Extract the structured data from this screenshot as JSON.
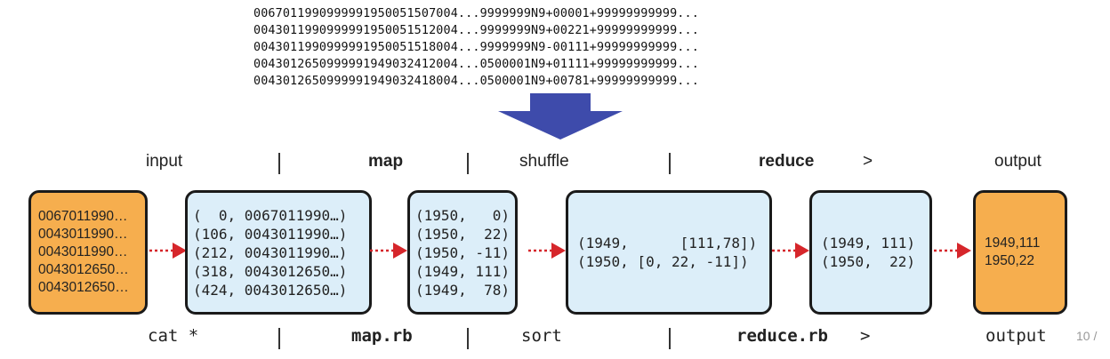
{
  "raw_lines": [
    "0067011990999991950051507004...9999999N9+00001+99999999999...",
    "0043011990999991950051512004...9999999N9+00221+99999999999...",
    "0043011990999991950051518004...9999999N9-00111+99999999999...",
    "0043012650999991949032412004...0500001N9+01111+99999999999...",
    "0043012650999991949032418004...0500001N9+00781+99999999999..."
  ],
  "stage_labels": {
    "input": "input",
    "map": "map",
    "shuffle": "shuffle",
    "reduce": "reduce",
    "redirect": ">",
    "output": "output"
  },
  "command_labels": {
    "cat": "cat *",
    "map": "map.rb",
    "sort": "sort",
    "reduce": "reduce.rb",
    "redirect": ">",
    "output": "output"
  },
  "separator": "|",
  "boxes": {
    "input": [
      "0067011990…",
      "0043011990…",
      "0043011990…",
      "0043012650…",
      "0043012650…"
    ],
    "map_in": [
      "(  0, 0067011990…)",
      "(106, 0043011990…)",
      "(212, 0043011990…)",
      "(318, 0043012650…)",
      "(424, 0043012650…)"
    ],
    "map_out": [
      "(1950,   0)",
      "(1950,  22)",
      "(1950, -11)",
      "(1949, 111)",
      "(1949,  78)"
    ],
    "shuffle": [
      "(1949,      [111,78])",
      "(1950, [0, 22, -11])"
    ],
    "reduce": [
      "(1949, 111)",
      "(1950,  22)"
    ],
    "output": [
      "1949,111",
      "1950,22"
    ]
  },
  "page_number": "10 /",
  "colors": {
    "input_output_fill": "#f6ae4e",
    "intermediate_fill": "#dceef9",
    "flow_arrow": "#d6262b",
    "big_arrow": "#3e4bab"
  }
}
